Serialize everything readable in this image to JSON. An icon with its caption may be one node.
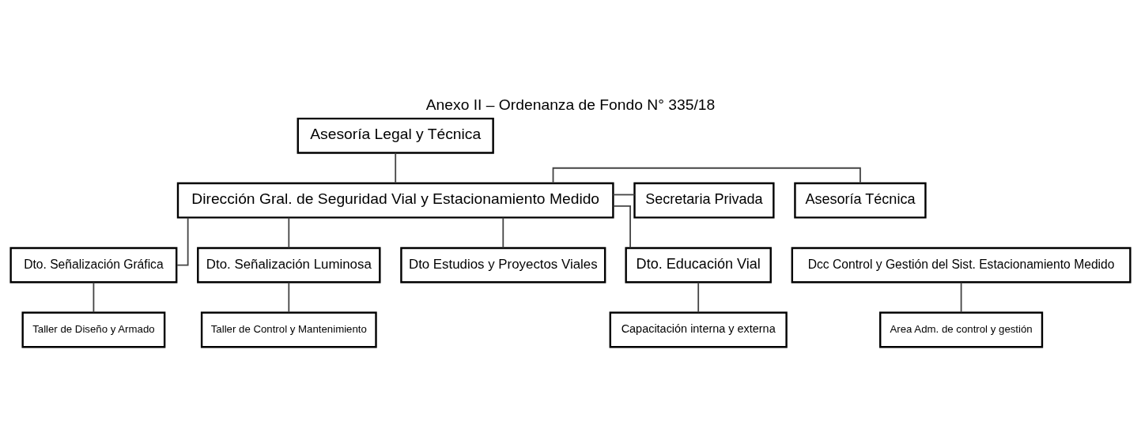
{
  "diagram": {
    "title": "Anexo II – Ordenanza de Fondo N° 335/18",
    "nodes": [
      {
        "text": [
          "Asesoría Legal y Técnica"
        ]
      },
      {
        "text": [
          "Dirección Gral. de Seguridad Vial y Estacionamiento Medido"
        ]
      },
      {
        "text": [
          "Asesoría Técnica"
        ]
      },
      {
        "text": [
          "Secretaria Privada"
        ]
      },
      {
        "text": [
          "Dto. Señalización Gráfica"
        ]
      },
      {
        "text": [
          "Dto. Señalización Luminosa"
        ]
      },
      {
        "text": [
          "Dto Estudios y Proyectos Viales"
        ]
      },
      {
        "text": [
          "Dto. Educación Vial"
        ]
      },
      {
        "text": [
          "Dcc Control y Gestión del Sist. Estacionamiento Medido"
        ]
      },
      {
        "text": [
          "Taller de Diseño y Armado"
        ]
      },
      {
        "text": [
          "Taller de Control y Mantenimiento"
        ]
      },
      {
        "text": [
          "Capacitación interna y externa"
        ]
      },
      {
        "text": [
          "Area Adm. de control y gestión"
        ]
      }
    ],
    "edges": [
      {
        "from": 0,
        "to": 1,
        "arrow": "none"
      },
      {
        "from": 1,
        "to": 2,
        "arrow": "none"
      },
      {
        "from": 1,
        "to": 3,
        "arrow": "none"
      },
      {
        "from": 1,
        "to": 4,
        "arrow": "none"
      },
      {
        "from": 1,
        "to": 5,
        "arrow": "none"
      },
      {
        "from": 1,
        "to": 6,
        "arrow": "none"
      },
      {
        "from": 1,
        "to": 7,
        "arrow": "none"
      },
      {
        "from": 4,
        "to": 9,
        "arrow": "none"
      },
      {
        "from": 5,
        "to": 10,
        "arrow": "none"
      },
      {
        "from": 7,
        "to": 11,
        "arrow": "none"
      },
      {
        "from": 8,
        "to": 12,
        "arrow": "none"
      }
    ]
  }
}
